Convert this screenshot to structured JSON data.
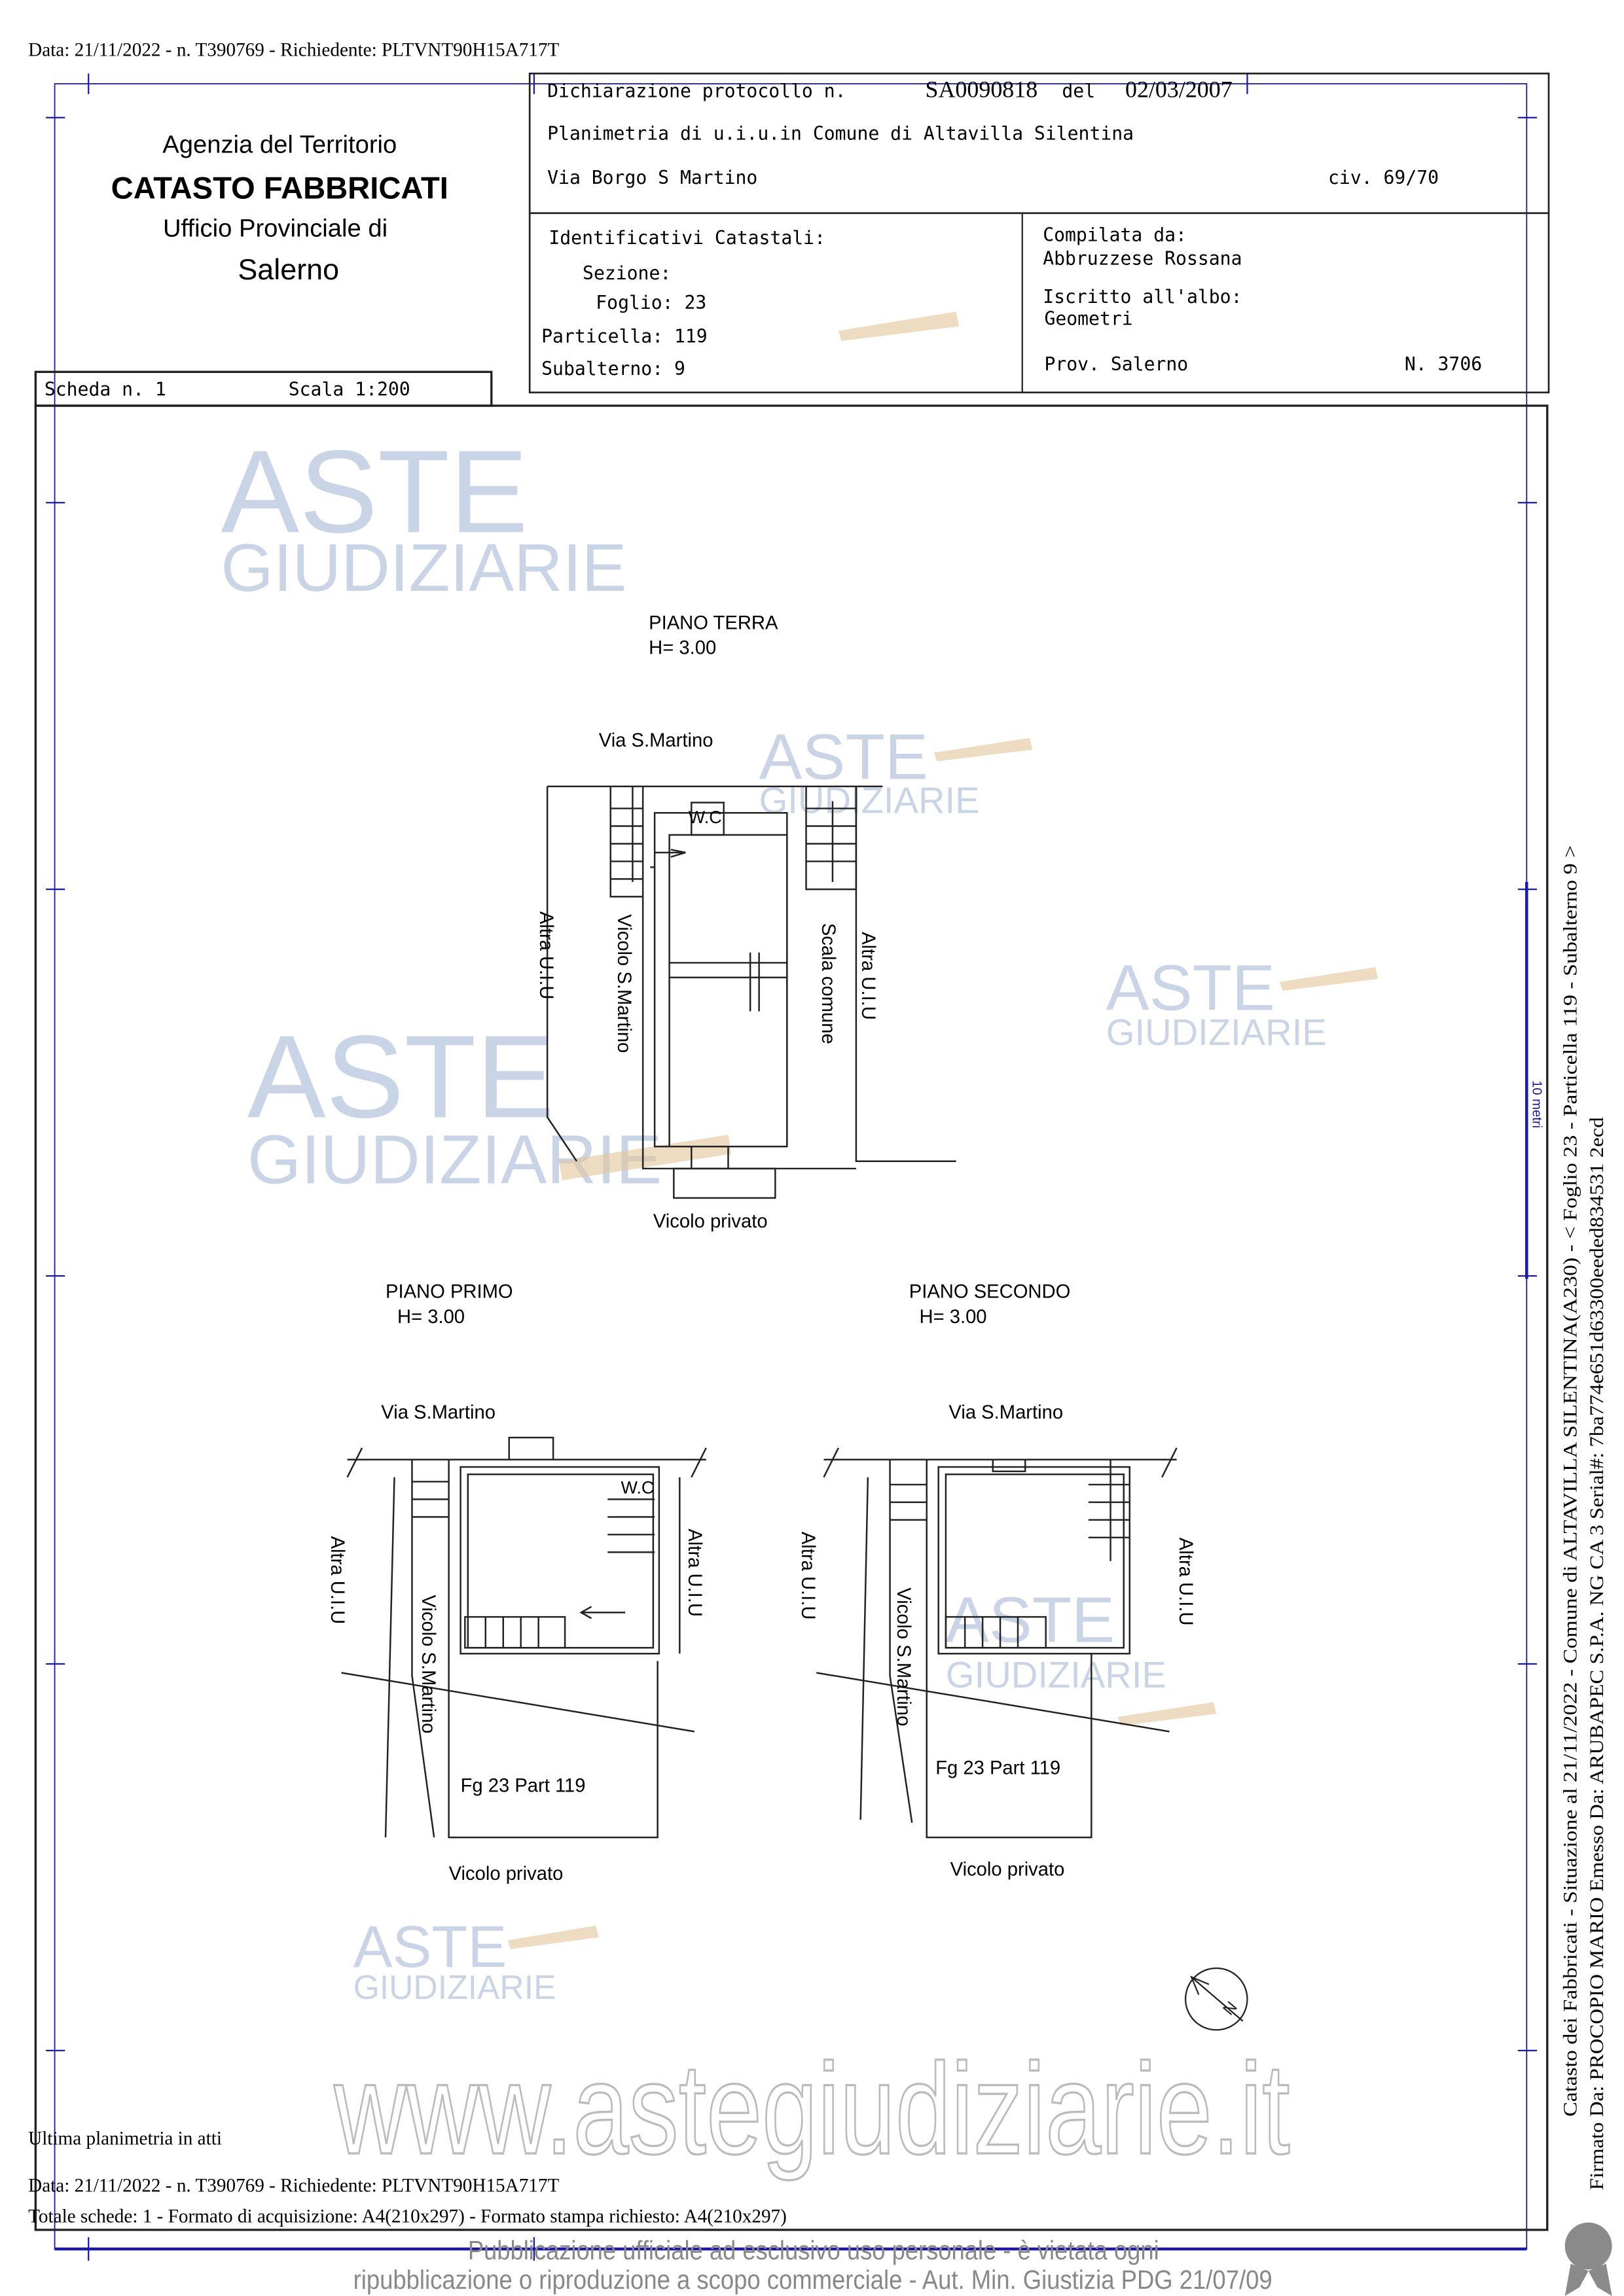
{
  "top_stamp": "Data: 21/11/2022 - n. T390769 - Richiedente: PLTVNT90H15A717T",
  "agency": {
    "line1": "Agenzia del Territorio",
    "line2": "CATASTO FABBRICATI",
    "line3": "Ufficio Provinciale di",
    "line4": "Salerno"
  },
  "header": {
    "protocol_label": "Dichiarazione protocollo n.",
    "protocol_number": "SA0090818",
    "date_label": "del",
    "date": "02/03/2007",
    "planimetria": "Planimetria di u.i.u.in Comune di Altavilla Silentina",
    "address": "Via Borgo S Martino",
    "civic": "civ. 69/70"
  },
  "identifiers": {
    "title": "Identificativi Catastali:",
    "sezione": "Sezione:",
    "foglio": "Foglio: 23",
    "particella": "Particella: 119",
    "subalterno": "Subalterno: 9"
  },
  "compiler": {
    "label": "Compilata da:",
    "name": "Abbruzzese Rossana",
    "albo_label": "Iscritto all'albo:",
    "albo": "Geometri",
    "prov": "Prov. Salerno",
    "number": "N.  3706"
  },
  "scheda": {
    "label": "Scheda n. 1",
    "scale": "Scala 1:200"
  },
  "plans": {
    "terra": {
      "title": "PIANO TERRA",
      "height": "H= 3.00",
      "street": "Via S.Martino",
      "wc": "W.C",
      "left": "Altra U.I.U",
      "vicolo": "Vicolo S.Martino",
      "scala": "Scala comune",
      "right": "Altra U.I.U",
      "bottom": "Vicolo privato"
    },
    "primo": {
      "title": "PIANO PRIMO",
      "height": "H= 3.00",
      "street": "Via S.Martino",
      "wc": "W.C",
      "left": "Altra U.I.U",
      "vicolo": "Vicolo S.Martino",
      "right": "Altra U.I.U",
      "part": "Fg 23 Part 119",
      "bottom": "Vicolo privato"
    },
    "secondo": {
      "title": "PIANO SECONDO",
      "height": "H= 3.00",
      "street": "Via S.Martino",
      "left": "Altra U.I.U",
      "vicolo": "Vicolo S.Martino",
      "right": "Altra U.I.U",
      "part": "Fg 23 Part 119",
      "bottom": "Vicolo privato"
    }
  },
  "footer": {
    "ultima": "Ultima planimetria in atti",
    "stamp": "Data: 21/11/2022 - n. T390769 - Richiedente: PLTVNT90H15A717T",
    "totale": "Totale schede: 1 - Formato di acquisizione: A4(210x297) - Formato stampa richiesto: A4(210x297)"
  },
  "side": {
    "catasto": "Catasto dei Fabbricati - Situazione al 21/11/2022 - Comune di ALTAVILLA SILENTINA(A230) - < Foglio 23 - Particella 119 - Subalterno 9 >",
    "firmato": "Firmato Da: PROCOPIO MARIO Emesso Da: ARUBAPEC S.P.A. NG CA 3 Serial#: 7ba774e651d63300eeded834531 2ecd",
    "scale_mark": "10 metri"
  },
  "watermark": {
    "aste": "ASTE",
    "giudiziarie": "GIUDIZIARIE",
    "site": "www.astegiudiziarie.it",
    "notice1": "Pubblicazione ufficiale ad esclusivo uso personale - è vietata ogni",
    "notice2": "ripubblicazione o riproduzione a scopo commerciale - Aut. Min. Giustizia PDG 21/07/09"
  },
  "colors": {
    "frame_blue": "#1a1aa8",
    "watermark_blue": "#9db3d3",
    "watermark_grey": "#cfcfcf"
  }
}
